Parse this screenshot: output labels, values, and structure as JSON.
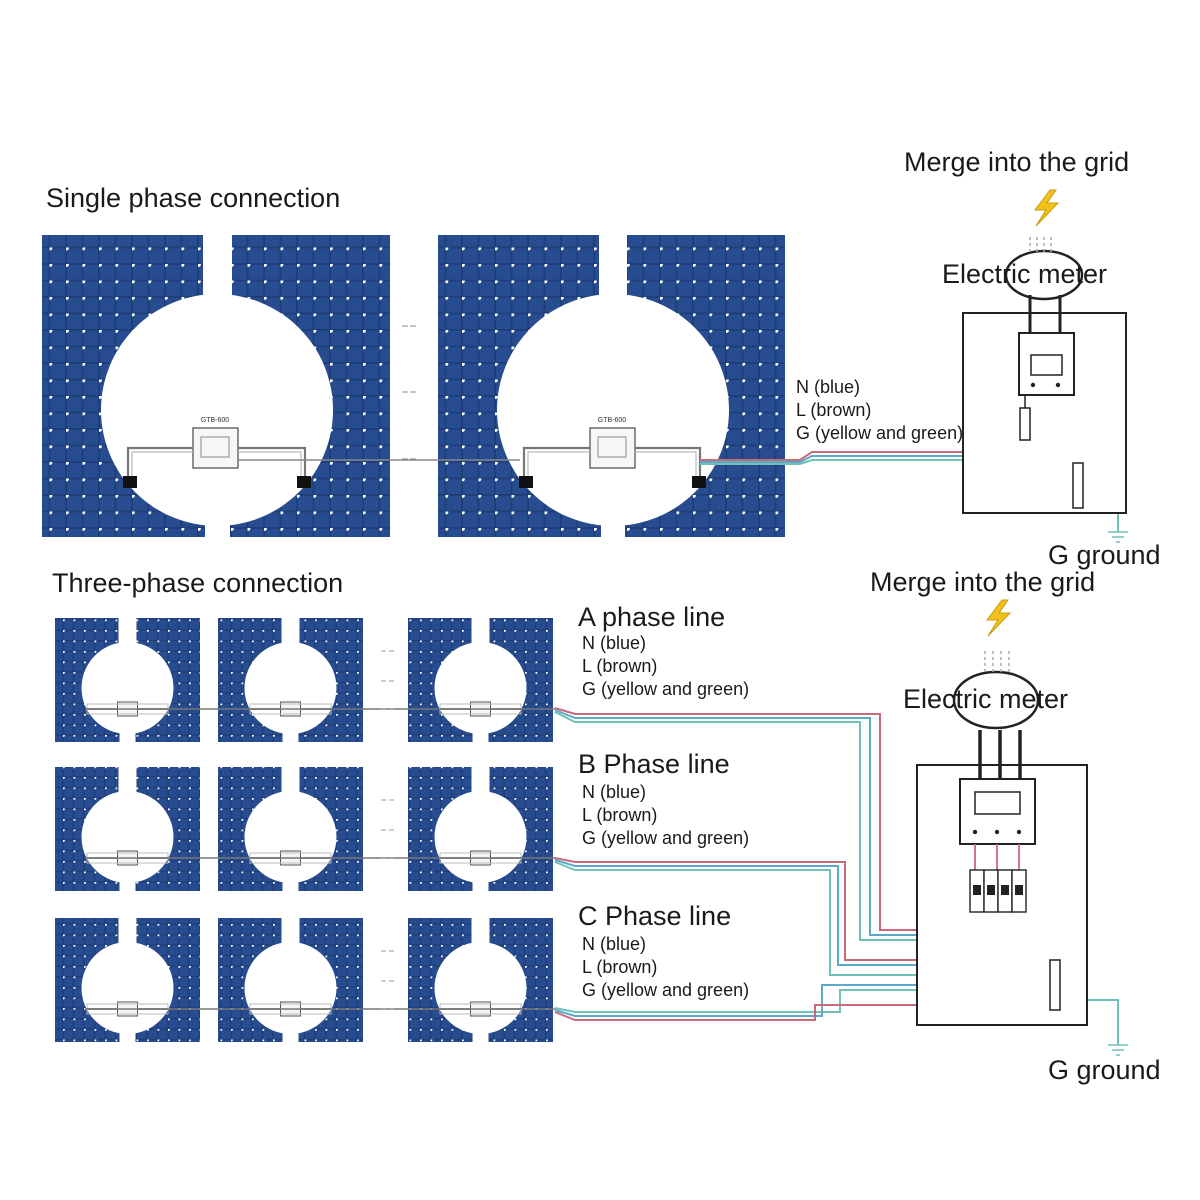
{
  "single_phase": {
    "title": "Single phase connection",
    "grid_label": "Merge into the grid",
    "meter_label": "Electric meter",
    "inverter_model": "GTB-600",
    "wires": [
      "N (blue)",
      "L (brown)",
      "G (yellow and  green)"
    ],
    "ground_label": "G ground"
  },
  "three_phase": {
    "title": "Three-phase connection",
    "grid_label": "Merge into the grid",
    "meter_label": "Electric meter",
    "phases": [
      {
        "name": "A phase line",
        "wires": [
          "N (blue)",
          "L (brown)",
          "G (yellow and  green)"
        ]
      },
      {
        "name": "B Phase line",
        "wires": [
          "N (blue)",
          "L (brown)",
          "G (yellow and  green)"
        ]
      },
      {
        "name": "C Phase line",
        "wires": [
          "N (blue)",
          "L (brown)",
          "G (yellow and  green)"
        ]
      }
    ],
    "ground_label": "G ground"
  },
  "colors": {
    "panel": "#1f3f7a",
    "cell_dot": "#ffffff",
    "wire_blue": "#5aa9c9",
    "wire_brown": "#c86a7a",
    "wire_green": "#6fc1b7",
    "lightning": "#f2c21b",
    "outline": "#222222"
  }
}
